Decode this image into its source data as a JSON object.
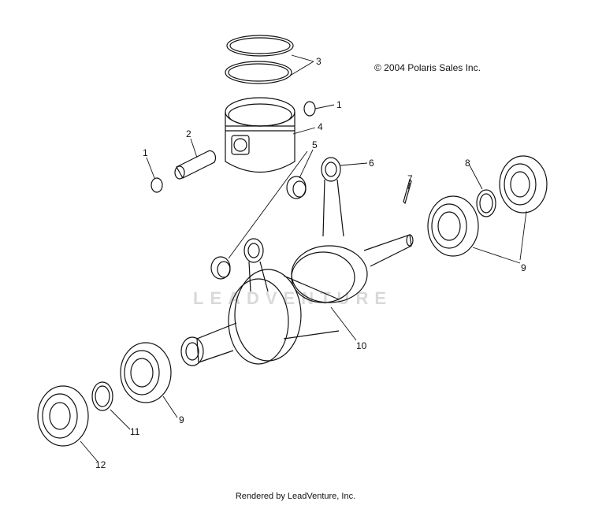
{
  "copyright": "© 2004 Polaris Sales Inc.",
  "footer": "Rendered by LeadVenture, Inc.",
  "watermark": "LEADVENTURE",
  "callouts": {
    "c1a": "1",
    "c1b": "1",
    "c2": "2",
    "c3": "3",
    "c4": "4",
    "c5": "5",
    "c6": "6",
    "c7": "7",
    "c8": "8",
    "c9a": "9",
    "c9b": "9",
    "c10": "10",
    "c11": "11",
    "c12": "12"
  }
}
